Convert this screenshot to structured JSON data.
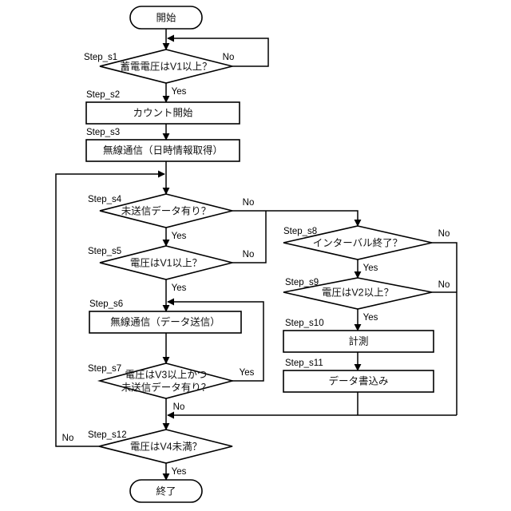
{
  "diagram": {
    "title": "",
    "type": "flowchart",
    "orientation": "top-to-bottom",
    "colors": {
      "stroke": "#000000",
      "fill": "#ffffff",
      "text": "#111111",
      "background": "#ffffff"
    },
    "labels": {
      "yes": "Yes",
      "no": "No"
    },
    "nodes": [
      {
        "id": "start",
        "shape": "terminator",
        "step": "",
        "text": "開始"
      },
      {
        "id": "s1",
        "shape": "decision",
        "step": "Step_s1",
        "text": "蓄電電圧はV1以上？"
      },
      {
        "id": "s2",
        "shape": "process",
        "step": "Step_s2",
        "text": "カウント開始"
      },
      {
        "id": "s3",
        "shape": "process",
        "step": "Step_s3",
        "text": "無線通信（日時情報取得）"
      },
      {
        "id": "s4",
        "shape": "decision",
        "step": "Step_s4",
        "text": "未送信データ有り？"
      },
      {
        "id": "s5",
        "shape": "decision",
        "step": "Step_s5",
        "text": "電圧はV1以上？"
      },
      {
        "id": "s6",
        "shape": "process",
        "step": "Step_s6",
        "text": "無線通信（データ送信）"
      },
      {
        "id": "s7",
        "shape": "decision",
        "step": "Step_s7",
        "text": "電圧はV3以上かつ",
        "text2": "未送信データ有り？"
      },
      {
        "id": "s8",
        "shape": "decision",
        "step": "Step_s8",
        "text": "インターバル終了？"
      },
      {
        "id": "s9",
        "shape": "decision",
        "step": "Step_s9",
        "text": "電圧はV2以上？"
      },
      {
        "id": "s10",
        "shape": "process",
        "step": "Step_s10",
        "text": "計測"
      },
      {
        "id": "s11",
        "shape": "process",
        "step": "Step_s11",
        "text": "データ書込み"
      },
      {
        "id": "s12",
        "shape": "decision",
        "step": "Step_s12",
        "text": "電圧はV4未満？"
      },
      {
        "id": "end",
        "shape": "terminator",
        "step": "",
        "text": "終了"
      }
    ],
    "edges": [
      {
        "from": "start",
        "to": "s1",
        "label": ""
      },
      {
        "from": "s1",
        "to": "s1",
        "label": "No"
      },
      {
        "from": "s1",
        "to": "s2",
        "label": "Yes"
      },
      {
        "from": "s2",
        "to": "s3",
        "label": ""
      },
      {
        "from": "s3",
        "to": "s4",
        "label": ""
      },
      {
        "from": "s4",
        "to": "s8",
        "label": "No"
      },
      {
        "from": "s4",
        "to": "s5",
        "label": "Yes"
      },
      {
        "from": "s5",
        "to": "s8",
        "label": "No"
      },
      {
        "from": "s5",
        "to": "s6",
        "label": "Yes"
      },
      {
        "from": "s6",
        "to": "s7",
        "label": ""
      },
      {
        "from": "s7",
        "to": "s6",
        "label": "Yes"
      },
      {
        "from": "s7",
        "to": "s12",
        "label": "No"
      },
      {
        "from": "s8",
        "to": "s12",
        "label": "No"
      },
      {
        "from": "s8",
        "to": "s9",
        "label": "Yes"
      },
      {
        "from": "s9",
        "to": "s12",
        "label": "No"
      },
      {
        "from": "s9",
        "to": "s10",
        "label": "Yes"
      },
      {
        "from": "s10",
        "to": "s11",
        "label": ""
      },
      {
        "from": "s11",
        "to": "s12",
        "label": ""
      },
      {
        "from": "s12",
        "to": "s4",
        "label": "No"
      },
      {
        "from": "s12",
        "to": "end",
        "label": "Yes"
      }
    ],
    "edge_labels": {
      "s1_no": "No",
      "s1_yes": "Yes",
      "s4_no": "No",
      "s4_yes": "Yes",
      "s5_no": "No",
      "s5_yes": "Yes",
      "s7_yes": "Yes",
      "s7_no": "No",
      "s8_no": "No",
      "s8_yes": "Yes",
      "s9_no": "No",
      "s9_yes": "Yes",
      "s12_no": "No",
      "s12_yes": "Yes"
    }
  }
}
